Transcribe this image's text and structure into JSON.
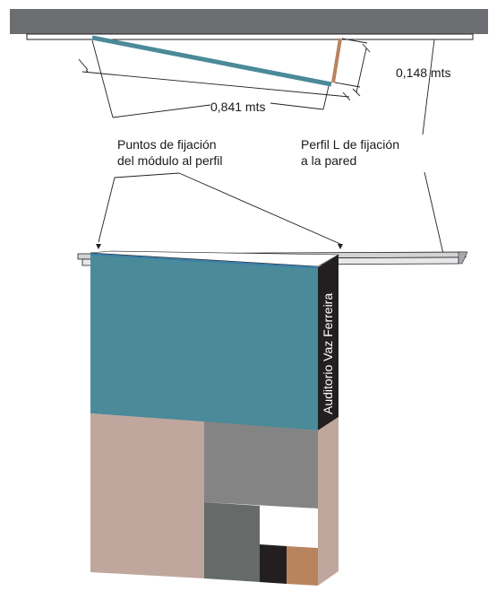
{
  "labels": {
    "depth": "0,148 mts",
    "width": "0,841 mts",
    "points_line1": "Puntos de fijación",
    "points_line2": "del módulo al perfil",
    "profile_line1": "Perfil L de fijación",
    "profile_line2": "a la pared",
    "side_text": "Auditorio Vaz Ferreira"
  },
  "colors": {
    "wall": "#6d6e71",
    "panel_teal": "#4a8a99",
    "teal_edge": "#3a7fa8",
    "beige": "#bfa79d",
    "gray": "#848484",
    "dark_gray": "#666b69",
    "black": "#231f20",
    "copper": "#b8845e",
    "rail": "#d1d3d4"
  }
}
